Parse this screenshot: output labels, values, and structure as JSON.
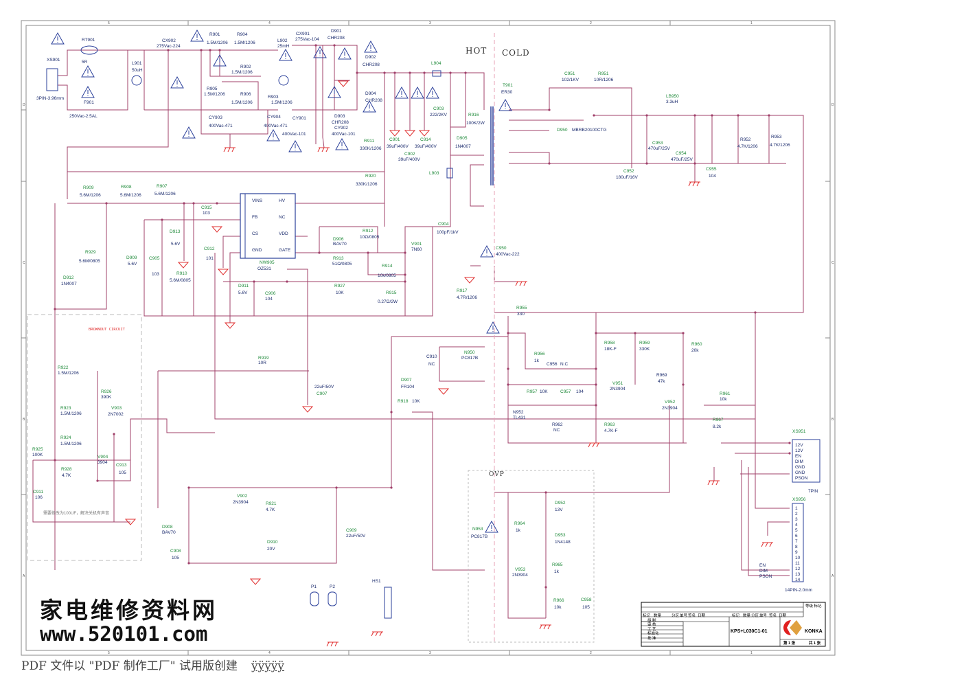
{
  "labels": {
    "hot": "HOT",
    "cold": "COLD",
    "brownout": "BROWNOUT CIRCUIT",
    "ovp": "OVP",
    "note_cn": "需要修改为100UF，解决关机有声音",
    "col_numbers": [
      "5",
      "4",
      "3",
      "2",
      "1"
    ],
    "row_letters": [
      "D",
      "C",
      "B",
      "A"
    ]
  },
  "components": [
    {
      "ref": "XS901",
      "value": "3PIN-3.96mm"
    },
    {
      "ref": "RT901",
      "value": "5R"
    },
    {
      "ref": "F901",
      "value": "250Vac-2.5AL"
    },
    {
      "ref": "L901",
      "value": "50uH"
    },
    {
      "ref": "CX902",
      "value": "275Vac-224"
    },
    {
      "ref": "R901",
      "value": "1.5M/1206"
    },
    {
      "ref": "R904",
      "value": "1.5M/1206"
    },
    {
      "ref": "R902",
      "value": "1.5M/1206"
    },
    {
      "ref": "R905",
      "value": "1.5M/1206"
    },
    {
      "ref": "R906",
      "value": "1.5M/1206"
    },
    {
      "ref": "R903",
      "value": "1.5M/1206"
    },
    {
      "ref": "L902",
      "value": "25mH"
    },
    {
      "ref": "CX901",
      "value": "275Vac-104"
    },
    {
      "ref": "D901",
      "value": "CHR208"
    },
    {
      "ref": "D902",
      "value": "CHR208"
    },
    {
      "ref": "D904",
      "value": "CHR208"
    },
    {
      "ref": "D903",
      "value": "CHR208"
    },
    {
      "ref": "CY903",
      "value": "400Vac-471"
    },
    {
      "ref": "CY904",
      "value": "400Vac-471"
    },
    {
      "ref": "CY901",
      "value": "400Vac-101"
    },
    {
      "ref": "CY902",
      "value": "400Vac-101"
    },
    {
      "ref": "R911",
      "value": "330K/1206"
    },
    {
      "ref": "R920",
      "value": "330K/1206"
    },
    {
      "ref": "L904",
      "value": ""
    },
    {
      "ref": "C901",
      "value": "39uF/400V"
    },
    {
      "ref": "C914",
      "value": "39uF/400V"
    },
    {
      "ref": "C902",
      "value": "39uF/400V"
    },
    {
      "ref": "C903",
      "value": "222/2KV"
    },
    {
      "ref": "R916",
      "value": "100K/2W"
    },
    {
      "ref": "D905",
      "value": "1N4007"
    },
    {
      "ref": "L903",
      "value": ""
    },
    {
      "ref": "T901",
      "value": "ER30"
    },
    {
      "ref": "C951",
      "value": "102/1KV"
    },
    {
      "ref": "R951",
      "value": "10R/1206"
    },
    {
      "ref": "D950",
      "value": "MBRB20100CTG"
    },
    {
      "ref": "LB950",
      "value": "3.3uH"
    },
    {
      "ref": "C953",
      "value": "470uF/25V"
    },
    {
      "ref": "C954",
      "value": "470uF/25V"
    },
    {
      "ref": "C952",
      "value": "180uF/16V"
    },
    {
      "ref": "C955",
      "value": "104"
    },
    {
      "ref": "R952",
      "value": "4.7K/1206"
    },
    {
      "ref": "R953",
      "value": "4.7K/1206"
    },
    {
      "ref": "R909",
      "value": "5.6M/1206"
    },
    {
      "ref": "R908",
      "value": "5.6M/1206"
    },
    {
      "ref": "R907",
      "value": "5.6M/1206"
    },
    {
      "ref": "C915",
      "value": "103"
    },
    {
      "ref": "NW905",
      "value": "OZ531"
    },
    {
      "ref": "D913",
      "value": "5.6V"
    },
    {
      "ref": "C912",
      "value": "101"
    },
    {
      "ref": "D909",
      "value": "5.6V"
    },
    {
      "ref": "C905",
      "value": "103"
    },
    {
      "ref": "R910",
      "value": "5.6M/0805"
    },
    {
      "ref": "R929",
      "value": "5.6M/0805"
    },
    {
      "ref": "D912",
      "value": "1N4007"
    },
    {
      "ref": "D906",
      "value": "BAV70"
    },
    {
      "ref": "R912",
      "value": "10Ω/0805"
    },
    {
      "ref": "R913",
      "value": "51Ω/0805"
    },
    {
      "ref": "R914",
      "value": "10k/0805"
    },
    {
      "ref": "R927",
      "value": "10K"
    },
    {
      "ref": "R915",
      "value": "0.27Ω/2W"
    },
    {
      "ref": "V901",
      "value": "7N60"
    },
    {
      "ref": "C904",
      "value": "100pF/1kV"
    },
    {
      "ref": "D911",
      "value": "5.6V"
    },
    {
      "ref": "C906",
      "value": "104"
    },
    {
      "ref": "C950",
      "value": "400Vac-222"
    },
    {
      "ref": "R917",
      "value": "4.7R/1206"
    },
    {
      "ref": "R955",
      "value": "330"
    },
    {
      "ref": "R956",
      "value": "1k"
    },
    {
      "ref": "C956",
      "value": "N.C"
    },
    {
      "ref": "R957",
      "value": "10K"
    },
    {
      "ref": "C957",
      "value": "104"
    },
    {
      "ref": "N950",
      "value": "PC817B"
    },
    {
      "ref": "C910",
      "value": "NC"
    },
    {
      "ref": "N952",
      "value": "TL431"
    },
    {
      "ref": "R958",
      "value": "18K-F"
    },
    {
      "ref": "R959",
      "value": "330K"
    },
    {
      "ref": "R960",
      "value": "20k"
    },
    {
      "ref": "R969",
      "value": "47k"
    },
    {
      "ref": "V951",
      "value": "2N3904"
    },
    {
      "ref": "V952",
      "value": "2N3904"
    },
    {
      "ref": "R961",
      "value": "10k"
    },
    {
      "ref": "R967",
      "value": "8.2k"
    },
    {
      "ref": "R962",
      "value": "NC"
    },
    {
      "ref": "R963",
      "value": "4.7K-F"
    },
    {
      "ref": "R919",
      "value": "10R"
    },
    {
      "ref": "C907",
      "value": "22uF/50V"
    },
    {
      "ref": "D907",
      "value": "FR104"
    },
    {
      "ref": "R918",
      "value": "10K"
    },
    {
      "ref": "R922",
      "value": "1.5M/1206"
    },
    {
      "ref": "R926",
      "value": "390K"
    },
    {
      "ref": "V903",
      "value": "2N7002"
    },
    {
      "ref": "R923",
      "value": "1.5M/1206"
    },
    {
      "ref": "R924",
      "value": "1.5M/1206"
    },
    {
      "ref": "R925",
      "value": "100K"
    },
    {
      "ref": "V904",
      "value": "3904"
    },
    {
      "ref": "C913",
      "value": "105"
    },
    {
      "ref": "R928",
      "value": "4.7K"
    },
    {
      "ref": "C911",
      "value": "106"
    },
    {
      "ref": "V902",
      "value": "2N3904"
    },
    {
      "ref": "R921",
      "value": "4.7K"
    },
    {
      "ref": "D908",
      "value": "BAV70"
    },
    {
      "ref": "C908",
      "value": "105"
    },
    {
      "ref": "D910",
      "value": "20V"
    },
    {
      "ref": "C909",
      "value": "22uF/50V"
    },
    {
      "ref": "N953",
      "value": "PC817B"
    },
    {
      "ref": "R964",
      "value": "1k"
    },
    {
      "ref": "D952",
      "value": "13V"
    },
    {
      "ref": "D953",
      "value": "1N4148"
    },
    {
      "ref": "R965",
      "value": "1k"
    },
    {
      "ref": "V953",
      "value": "2N3904"
    },
    {
      "ref": "R966",
      "value": "10k"
    },
    {
      "ref": "C958",
      "value": "105"
    },
    {
      "ref": "XS951",
      "value": "7PIN"
    },
    {
      "ref": "XS956",
      "value": "14PIN-2.0mm"
    },
    {
      "ref": "P1",
      "value": ""
    },
    {
      "ref": "P2",
      "value": ""
    },
    {
      "ref": "HS1",
      "value": ""
    }
  ],
  "ic": {
    "left_pins": [
      "VINS",
      "FB",
      "CS",
      "GND"
    ],
    "right_pins": [
      "HV",
      "NC",
      "VDD",
      "GATE"
    ]
  },
  "xs951_pins": [
    "12V",
    "12V",
    "EN",
    "DIM",
    "GND",
    "GND",
    "PSON"
  ],
  "xs956_pins": [
    "1",
    "2",
    "3",
    "4",
    "5",
    "6",
    "7",
    "8",
    "9",
    "10",
    "11",
    "12",
    "13",
    "14"
  ],
  "xs956_signals": [
    "EN",
    "DIM",
    "PSON"
  ],
  "title_block": {
    "header_cols": [
      "标记",
      "数量",
      "分区",
      "单号",
      "签名",
      "日期",
      "标记",
      "数量",
      "分区",
      "单号",
      "签名",
      "日期"
    ],
    "grade": "等级 标记",
    "rows": [
      "拟 制",
      "审 核",
      "工 艺",
      "标准化",
      "批 准"
    ],
    "drawing_no": "KPS+L030C1-01",
    "brand": "KONKA",
    "sheet": "第 1 张",
    "total": "共 1 张"
  },
  "watermark": {
    "cn": "家电维修资料网",
    "url": "www.520101.com"
  },
  "footer": {
    "text": "PDF 文件以 \"PDF 制作工厂\" 试用版创建",
    "link": "ÿÿÿÿÿ"
  },
  "colors": {
    "wire": "#a0406a",
    "symbol": "#2a3f9a",
    "ref_green": "#1f8a3a",
    "ground": "#e03030"
  }
}
